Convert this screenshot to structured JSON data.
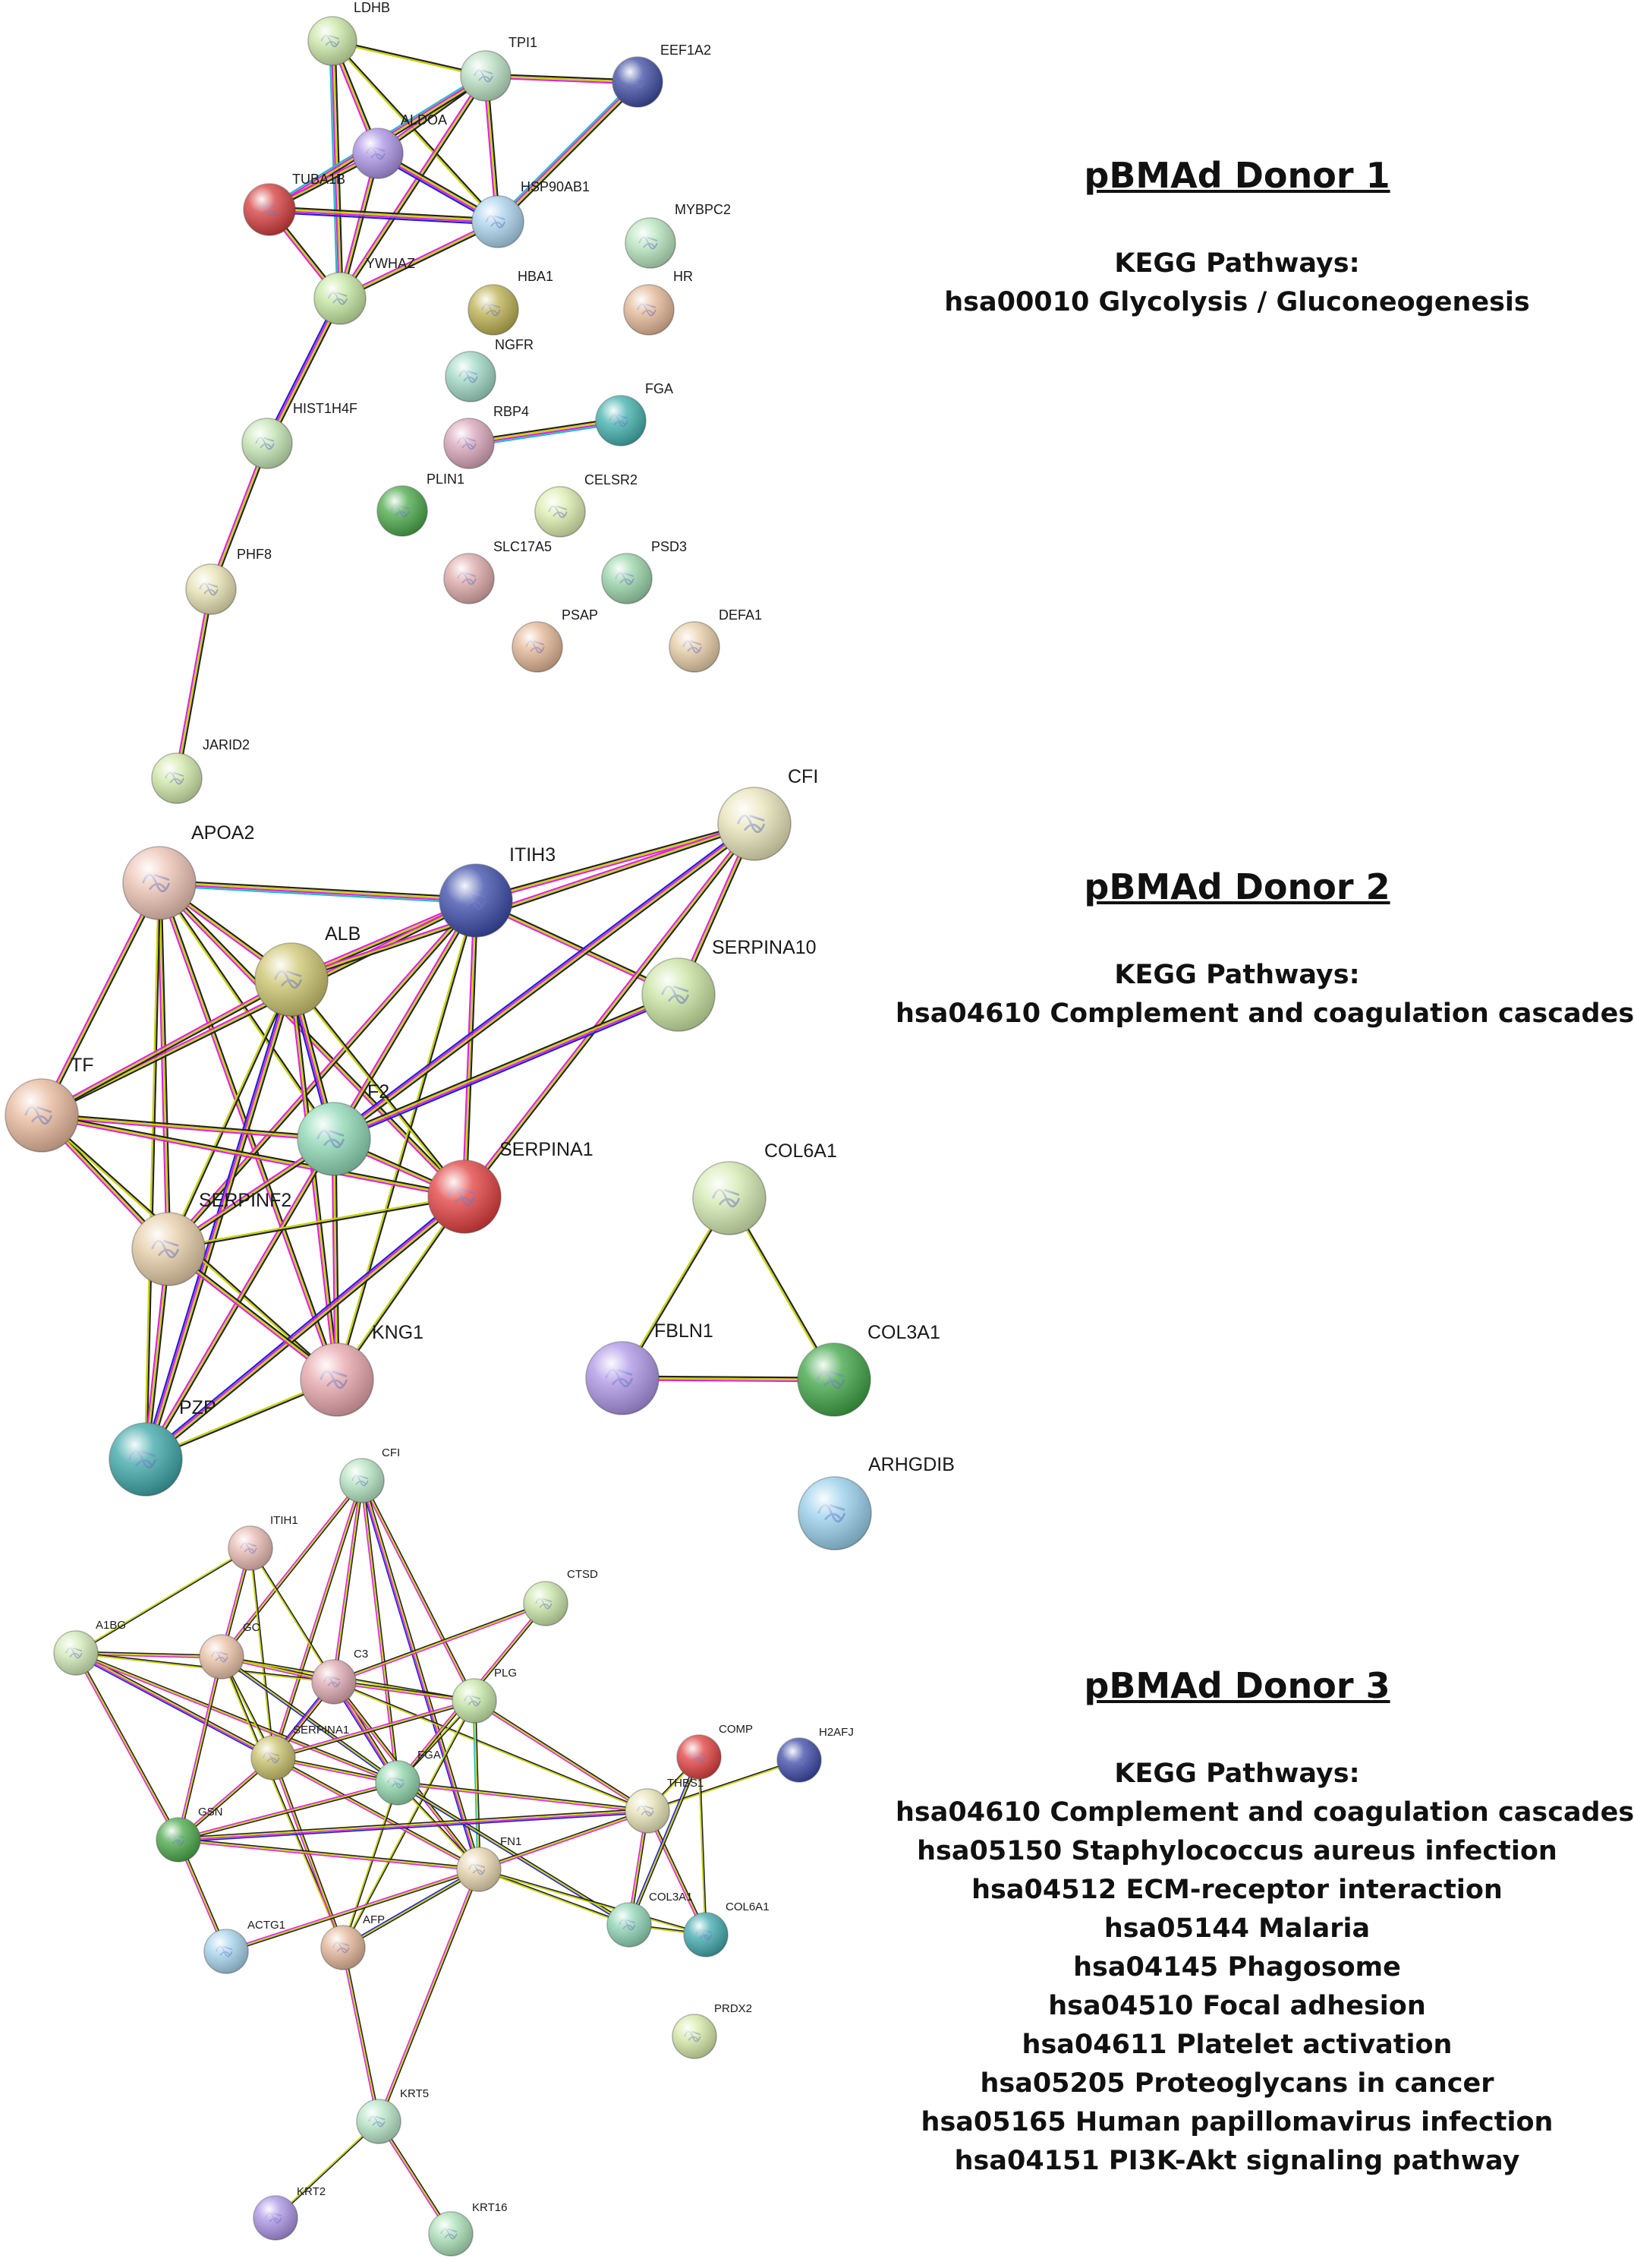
{
  "panels": [
    {
      "title": "pBMAd Donor 1",
      "kegg_heading": "KEGG Pathways:",
      "pathways": [
        "hsa00010 Glycolysis / Gluconeogenesis"
      ],
      "nodes": [
        {
          "id": "LDHB",
          "color": "#c9e6a4"
        },
        {
          "id": "TPI1",
          "color": "#b9e0c2"
        },
        {
          "id": "EEF1A2",
          "color": "#3b4aa2"
        },
        {
          "id": "ALDOA",
          "color": "#a890e4"
        },
        {
          "id": "TUBA1B",
          "color": "#d43a3a"
        },
        {
          "id": "HSP90AB1",
          "color": "#a8d2ec"
        },
        {
          "id": "MYBPC2",
          "color": "#b7e4bc"
        },
        {
          "id": "YWHAZ",
          "color": "#c4e6a0"
        },
        {
          "id": "HBA1",
          "color": "#bcb050"
        },
        {
          "id": "HR",
          "color": "#e4b896"
        },
        {
          "id": "NGFR",
          "color": "#9ed8c4"
        },
        {
          "id": "FGA",
          "color": "#3fb0ad"
        },
        {
          "id": "RBP4",
          "color": "#d8a4b8"
        },
        {
          "id": "HIST1H4F",
          "color": "#c4e6b4"
        },
        {
          "id": "PLIN1",
          "color": "#48a848"
        },
        {
          "id": "CELSR2",
          "color": "#dcedac"
        },
        {
          "id": "SLC17A5",
          "color": "#dea8a8"
        },
        {
          "id": "PSD3",
          "color": "#98d4a8"
        },
        {
          "id": "PHF8",
          "color": "#e6e2b0"
        },
        {
          "id": "PSAP",
          "color": "#e2b492"
        },
        {
          "id": "DEFA1",
          "color": "#e6cca4"
        },
        {
          "id": "JARID2",
          "color": "#d0e8a8"
        }
      ],
      "edges": [
        [
          "LDHB",
          "TPI1"
        ],
        [
          "LDHB",
          "ALDOA"
        ],
        [
          "LDHB",
          "HSP90AB1"
        ],
        [
          "LDHB",
          "YWHAZ"
        ],
        [
          "TPI1",
          "EEF1A2"
        ],
        [
          "TPI1",
          "ALDOA"
        ],
        [
          "TPI1",
          "HSP90AB1"
        ],
        [
          "TPI1",
          "YWHAZ"
        ],
        [
          "TPI1",
          "TUBA1B"
        ],
        [
          "EEF1A2",
          "HSP90AB1"
        ],
        [
          "ALDOA",
          "TUBA1B"
        ],
        [
          "ALDOA",
          "HSP90AB1"
        ],
        [
          "ALDOA",
          "YWHAZ"
        ],
        [
          "TUBA1B",
          "HSP90AB1"
        ],
        [
          "TUBA1B",
          "YWHAZ"
        ],
        [
          "HSP90AB1",
          "YWHAZ"
        ],
        [
          "YWHAZ",
          "HIST1H4F"
        ],
        [
          "HIST1H4F",
          "PHF8"
        ],
        [
          "PHF8",
          "JARID2"
        ],
        [
          "RBP4",
          "FGA"
        ]
      ]
    },
    {
      "title": "pBMAd Donor 2",
      "kegg_heading": "KEGG Pathways:",
      "pathways": [
        "hsa04610 Complement and coagulation cascades"
      ],
      "nodes": [
        {
          "id": "APOA2",
          "color": "#ecc2b2"
        },
        {
          "id": "CFI",
          "color": "#e8e4b8"
        },
        {
          "id": "ITIH3",
          "color": "#3848a8"
        },
        {
          "id": "ALB",
          "color": "#ccc46c"
        },
        {
          "id": "SERPINA10",
          "color": "#c8e4a0"
        },
        {
          "id": "TF",
          "color": "#e8b89c"
        },
        {
          "id": "F2",
          "color": "#8cd8b4"
        },
        {
          "id": "SERPINA1",
          "color": "#e23c3c"
        },
        {
          "id": "COL6A1",
          "color": "#d4eab0"
        },
        {
          "id": "SERPINF2",
          "color": "#e6cca4"
        },
        {
          "id": "FBLN1",
          "color": "#ab92e6"
        },
        {
          "id": "KNG1",
          "color": "#e6a4aa"
        },
        {
          "id": "COL3A1",
          "color": "#3ca444"
        },
        {
          "id": "PZP",
          "color": "#3aa6a6"
        },
        {
          "id": "ARHGDIB",
          "color": "#96cfeb"
        }
      ],
      "edges": [
        [
          "APOA2",
          "ITIH3"
        ],
        [
          "APOA2",
          "ALB"
        ],
        [
          "APOA2",
          "TF"
        ],
        [
          "APOA2",
          "F2"
        ],
        [
          "APOA2",
          "SERPINA1"
        ],
        [
          "APOA2",
          "SERPINF2"
        ],
        [
          "APOA2",
          "KNG1"
        ],
        [
          "APOA2",
          "PZP"
        ],
        [
          "ITIH3",
          "CFI"
        ],
        [
          "ITIH3",
          "ALB"
        ],
        [
          "ITIH3",
          "SERPINA10"
        ],
        [
          "ITIH3",
          "F2"
        ],
        [
          "ITIH3",
          "SERPINA1"
        ],
        [
          "ITIH3",
          "SERPINF2"
        ],
        [
          "ITIH3",
          "KNG1"
        ],
        [
          "ITIH3",
          "TF"
        ],
        [
          "CFI",
          "ALB"
        ],
        [
          "CFI",
          "SERPINA10"
        ],
        [
          "CFI",
          "SERPINA1"
        ],
        [
          "CFI",
          "F2"
        ],
        [
          "ALB",
          "TF"
        ],
        [
          "ALB",
          "F2"
        ],
        [
          "ALB",
          "SERPINA1"
        ],
        [
          "ALB",
          "SERPINF2"
        ],
        [
          "ALB",
          "KNG1"
        ],
        [
          "ALB",
          "PZP"
        ],
        [
          "TF",
          "F2"
        ],
        [
          "TF",
          "SERPINA1"
        ],
        [
          "TF",
          "SERPINF2"
        ],
        [
          "TF",
          "KNG1"
        ],
        [
          "F2",
          "SERPINA1"
        ],
        [
          "F2",
          "SERPINF2"
        ],
        [
          "F2",
          "KNG1"
        ],
        [
          "F2",
          "PZP"
        ],
        [
          "F2",
          "SERPINA10"
        ],
        [
          "SERPINA1",
          "SERPINF2"
        ],
        [
          "SERPINA1",
          "KNG1"
        ],
        [
          "SERPINA1",
          "PZP"
        ],
        [
          "SERPINF2",
          "KNG1"
        ],
        [
          "SERPINF2",
          "PZP"
        ],
        [
          "KNG1",
          "PZP"
        ],
        [
          "COL6A1",
          "FBLN1"
        ],
        [
          "COL6A1",
          "COL3A1"
        ],
        [
          "FBLN1",
          "COL3A1"
        ]
      ]
    },
    {
      "title": "pBMAd Donor 3",
      "kegg_heading": "KEGG Pathways:",
      "pathways": [
        "hsa04610 Complement and coagulation cascades",
        "hsa05150 Staphylococcus aureus infection",
        "hsa04512 ECM-receptor interaction",
        "hsa05144 Malaria",
        "hsa04145 Phagosome",
        "hsa04510 Focal adhesion",
        "hsa04611 Platelet activation",
        "hsa05205 Proteoglycans in cancer",
        "hsa05165 Human papillomavirus infection",
        "hsa04151 PI3K-Akt signaling pathway"
      ],
      "nodes": [
        {
          "id": "CFI",
          "color": "#b4e4c0"
        },
        {
          "id": "ITIH1",
          "color": "#e8b8b0"
        },
        {
          "id": "CTSD",
          "color": "#c8e4a4"
        },
        {
          "id": "A1BG",
          "color": "#d0e8b4"
        },
        {
          "id": "GC",
          "color": "#e8c0a4"
        },
        {
          "id": "C3",
          "color": "#dca6ae"
        },
        {
          "id": "PLG",
          "color": "#c4e6a4"
        },
        {
          "id": "SERPINA1",
          "color": "#c8c068"
        },
        {
          "id": "COMP",
          "color": "#e03c3c"
        },
        {
          "id": "H2AFJ",
          "color": "#3a48a8"
        },
        {
          "id": "FGA",
          "color": "#8cd4a8"
        },
        {
          "id": "THBS1",
          "color": "#e6e2b4"
        },
        {
          "id": "GSN",
          "color": "#48a848"
        },
        {
          "id": "FN1",
          "color": "#e6d4ac"
        },
        {
          "id": "COL3A1",
          "color": "#8cd4b4"
        },
        {
          "id": "COL6A1",
          "color": "#3ea8ac"
        },
        {
          "id": "ACTG1",
          "color": "#a4d2ec"
        },
        {
          "id": "AFP",
          "color": "#e2b496"
        },
        {
          "id": "PRDX2",
          "color": "#d4e8a4"
        },
        {
          "id": "KRT5",
          "color": "#b4e4c4"
        },
        {
          "id": "KRT2",
          "color": "#a890e4"
        },
        {
          "id": "KRT16",
          "color": "#a8e0b4"
        }
      ],
      "edges": [
        [
          "CFI",
          "C3"
        ],
        [
          "CFI",
          "SERPINA1"
        ],
        [
          "CFI",
          "FGA"
        ],
        [
          "CFI",
          "PLG"
        ],
        [
          "CFI",
          "GC"
        ],
        [
          "CFI",
          "FN1"
        ],
        [
          "ITIH1",
          "GC"
        ],
        [
          "ITIH1",
          "C3"
        ],
        [
          "ITIH1",
          "SERPINA1"
        ],
        [
          "ITIH1",
          "A1BG"
        ],
        [
          "A1BG",
          "GC"
        ],
        [
          "A1BG",
          "C3"
        ],
        [
          "A1BG",
          "SERPINA1"
        ],
        [
          "A1BG",
          "GSN"
        ],
        [
          "A1BG",
          "FGA"
        ],
        [
          "GC",
          "C3"
        ],
        [
          "GC",
          "SERPINA1"
        ],
        [
          "GC",
          "FGA"
        ],
        [
          "GC",
          "GSN"
        ],
        [
          "GC",
          "PLG"
        ],
        [
          "GC",
          "AFP"
        ],
        [
          "C3",
          "PLG"
        ],
        [
          "C3",
          "SERPINA1"
        ],
        [
          "C3",
          "FGA"
        ],
        [
          "C3",
          "FN1"
        ],
        [
          "C3",
          "THBS1"
        ],
        [
          "C3",
          "CTSD"
        ],
        [
          "PLG",
          "SERPINA1"
        ],
        [
          "PLG",
          "FGA"
        ],
        [
          "PLG",
          "FN1"
        ],
        [
          "PLG",
          "THBS1"
        ],
        [
          "PLG",
          "AFP"
        ],
        [
          "CTSD",
          "FGA"
        ],
        [
          "SERPINA1",
          "FGA"
        ],
        [
          "SERPINA1",
          "GSN"
        ],
        [
          "SERPINA1",
          "FN1"
        ],
        [
          "SERPINA1",
          "AFP"
        ],
        [
          "FGA",
          "GSN"
        ],
        [
          "FGA",
          "FN1"
        ],
        [
          "FGA",
          "THBS1"
        ],
        [
          "FGA",
          "AFP"
        ],
        [
          "FGA",
          "COL3A1"
        ],
        [
          "GSN",
          "FN1"
        ],
        [
          "GSN",
          "ACTG1"
        ],
        [
          "GSN",
          "THBS1"
        ],
        [
          "FN1",
          "THBS1"
        ],
        [
          "FN1",
          "COL3A1"
        ],
        [
          "FN1",
          "COL6A1"
        ],
        [
          "FN1",
          "AFP"
        ],
        [
          "FN1",
          "KRT5"
        ],
        [
          "FN1",
          "ACTG1"
        ],
        [
          "THBS1",
          "COMP"
        ],
        [
          "THBS1",
          "COL3A1"
        ],
        [
          "THBS1",
          "COL6A1"
        ],
        [
          "THBS1",
          "H2AFJ"
        ],
        [
          "COMP",
          "COL3A1"
        ],
        [
          "COMP",
          "COL6A1"
        ],
        [
          "COL3A1",
          "COL6A1"
        ],
        [
          "AFP",
          "KRT5"
        ],
        [
          "KRT5",
          "KRT2"
        ],
        [
          "KRT5",
          "KRT16"
        ]
      ]
    }
  ]
}
